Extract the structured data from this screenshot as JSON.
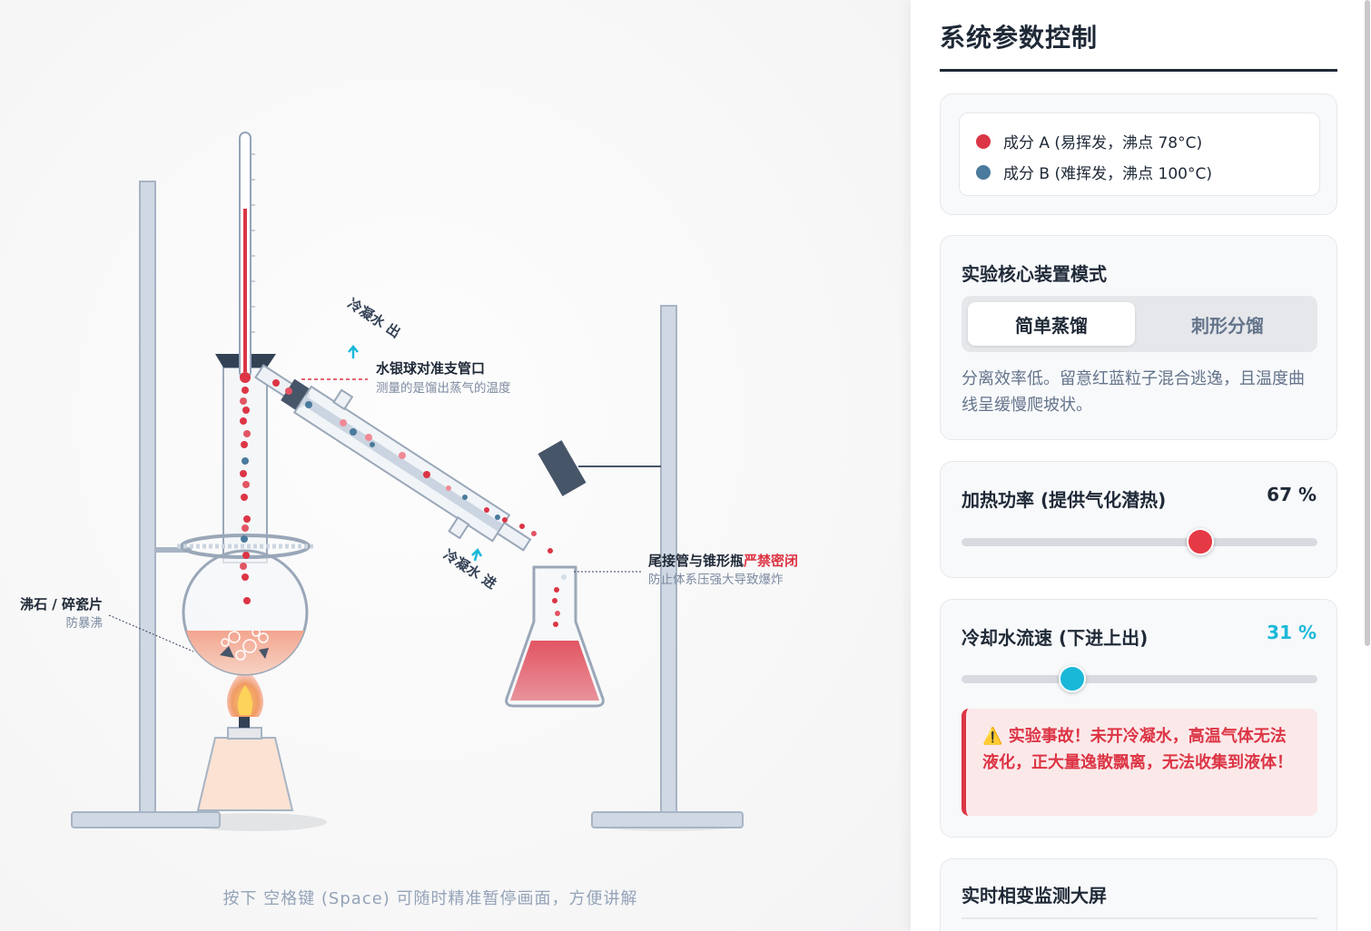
{
  "stage": {
    "labels": {
      "condenser_out": "冷凝水 出",
      "condenser_in": "冷凝水 进",
      "mercury_title": "水银球对准支管口",
      "mercury_sub": "测量的是馏出蒸气的温度",
      "adapter_title": "尾接管与锥形瓶",
      "adapter_warn": "严禁密闭",
      "adapter_sub": "防止体系压强大导致爆炸",
      "stones_title": "沸石 / 碎瓷片",
      "stones_sub": "防暴沸"
    },
    "hint": "按下 空格键 (Space) 可随时精准暂停画面，方便讲解"
  },
  "panel": {
    "title": "系统参数控制",
    "legend": [
      {
        "label": "成分 A (易挥发，沸点 78°C)",
        "color": "#dc3545"
      },
      {
        "label": "成分 B (难挥发，沸点 100°C)",
        "color": "#4a7a9c"
      }
    ],
    "mode": {
      "title": "实验核心装置模式",
      "options": [
        "简单蒸馏",
        "刺形分馏"
      ],
      "selected": "简单蒸馏",
      "description": "分离效率低。留意红蓝粒子混合逃逸，且温度曲线呈缓慢爬坡状。"
    },
    "heating": {
      "label": "加热功率 (提供气化潜热)",
      "value_text": "67 %",
      "value": 67,
      "color": "#e63946"
    },
    "cooling": {
      "label": "冷却水流速 (下进上出)",
      "value_text": "31 %",
      "value": 31,
      "color": "#1ab8d8",
      "alert_icon": "⚠️",
      "alert": "实验事故！未开冷凝水，高温气体无法液化，正大量逸散飘离，无法收集到液体！"
    },
    "monitor": {
      "title": "实时相变监测大屏"
    }
  }
}
